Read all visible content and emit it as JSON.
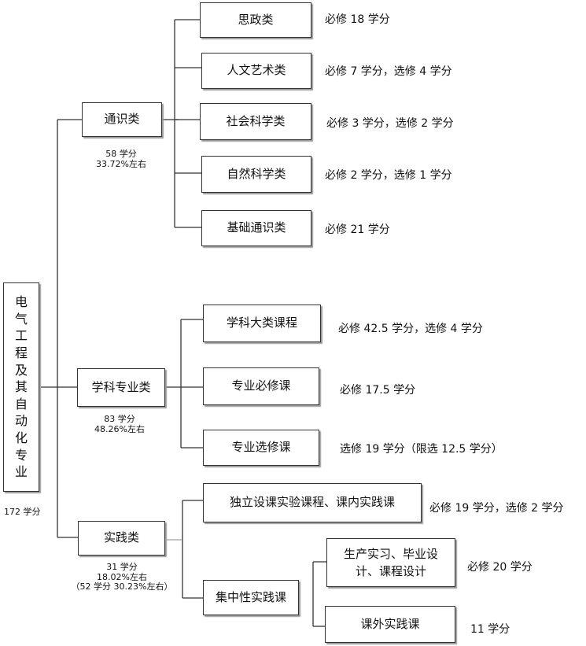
{
  "root": {
    "label_chars": [
      "电",
      "气",
      "工",
      "程",
      "及",
      "其",
      "自",
      "动",
      "化",
      "专",
      "业"
    ],
    "total": "172 学分"
  },
  "categories": [
    {
      "label": "通识类",
      "stat_lines": [
        "58 学分",
        "33.72%左右"
      ],
      "children": [
        {
          "label": "思政类",
          "note": "必修 18 学分"
        },
        {
          "label": "人文艺术类",
          "note": "必修 7 学分，选修 4 学分"
        },
        {
          "label": "社会科学类",
          "note": "必修 3 学分，选修 2 学分"
        },
        {
          "label": "自然科学类",
          "note": "必修 2 学分，选修 1 学分"
        },
        {
          "label": "基础通识类",
          "note": "必修 21 学分"
        }
      ]
    },
    {
      "label": "学科专业类",
      "stat_lines": [
        "83 学分",
        "48.26%左右"
      ],
      "children": [
        {
          "label": "学科大类课程",
          "note": "必修 42.5 学分，选修 4 学分"
        },
        {
          "label": "专业必修课",
          "note": "必修 17.5 学分"
        },
        {
          "label": "专业选修课",
          "note": "选修 19 学分（限选 12.5 学分）"
        }
      ]
    },
    {
      "label": "实践类",
      "stat_lines": [
        "31 学分",
        "18.02%左右",
        "（52 学分 30.23%左右）"
      ],
      "children": [
        {
          "label": "独立设课实验课程、课内实践课",
          "note": "必修 19 学分，选修 2 学分"
        },
        {
          "label": "集中性实践课",
          "note": ""
        }
      ],
      "subchildren": [
        {
          "label_lines": [
            "生产实习、毕业设",
            "计、课程设计"
          ],
          "note": "必修 20 学分"
        },
        {
          "label": "课外实践课",
          "note": "11 学分"
        }
      ]
    }
  ]
}
